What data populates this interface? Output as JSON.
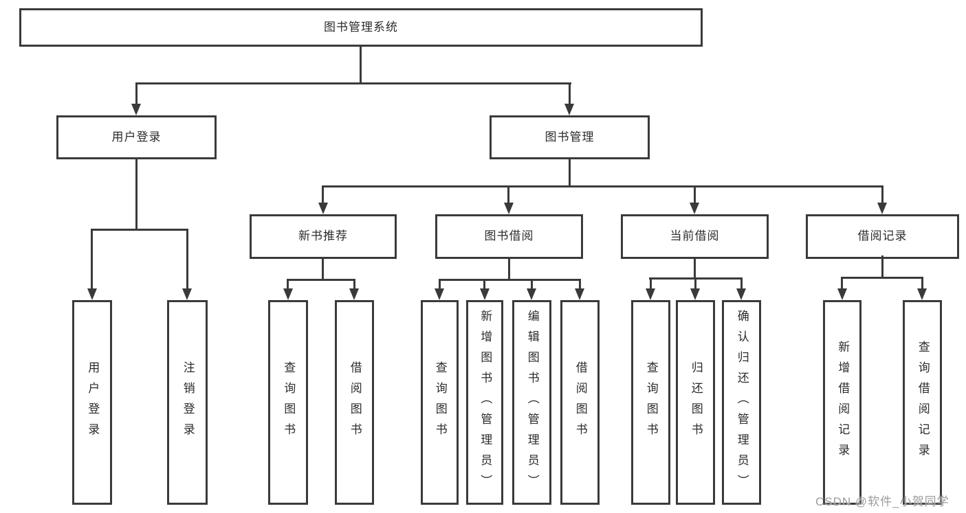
{
  "diagram": {
    "root": {
      "label": "图书管理系统",
      "children": [
        {
          "label": "用户登录",
          "children": [
            {
              "label": "用户登录"
            },
            {
              "label": "注销登录"
            }
          ]
        },
        {
          "label": "图书管理",
          "children": [
            {
              "label": "新书推荐",
              "children": [
                {
                  "label": "查询图书"
                },
                {
                  "label": "借阅图书"
                }
              ]
            },
            {
              "label": "图书借阅",
              "children": [
                {
                  "label": "查询图书"
                },
                {
                  "label": "新增图书（管理员）"
                },
                {
                  "label": "编辑图书（管理员）"
                },
                {
                  "label": "借阅图书"
                }
              ]
            },
            {
              "label": "当前借阅",
              "children": [
                {
                  "label": "查询图书"
                },
                {
                  "label": "归还图书"
                },
                {
                  "label": "确认归还（管理员）"
                }
              ]
            },
            {
              "label": "借阅记录",
              "children": [
                {
                  "label": "新增借阅记录"
                },
                {
                  "label": "查询借阅记录"
                }
              ]
            }
          ]
        }
      ]
    }
  },
  "watermark": {
    "text": "CSDN @软件_小贺同学",
    "color": "#9b9b9b"
  },
  "colors": {
    "line": "#3a3a3a",
    "text": "#2b2b2b",
    "background": "#ffffff"
  }
}
